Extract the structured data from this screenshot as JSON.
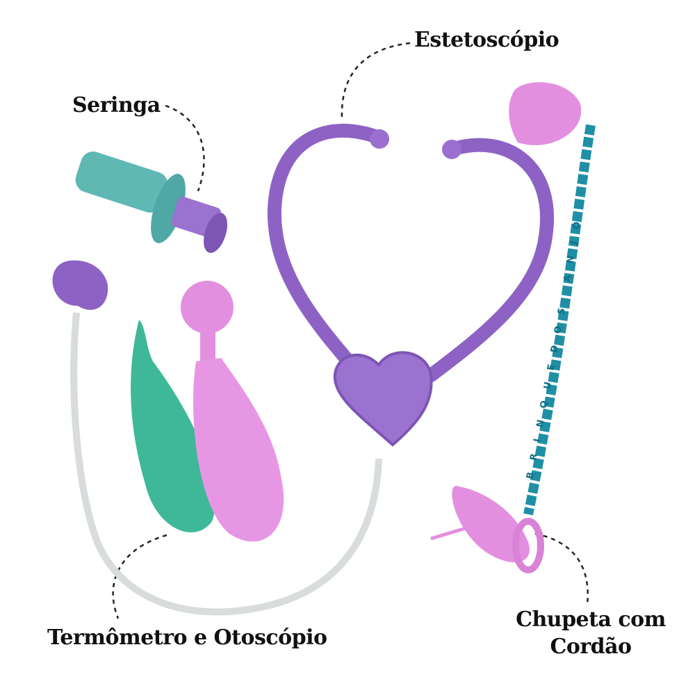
{
  "labels": {
    "stethoscope": "Estetoscópio",
    "syringe": "Seringa",
    "thermometer_otoscope": "Termômetro e Otoscópio",
    "pacifier_line1": "Chupeta com",
    "pacifier_line2": "Cordão"
  },
  "cord_lettering": "BRINQUEDOS ANJO",
  "colors": {
    "purple": "#8e62c4",
    "teal": "#5fb8b4",
    "mint": "#3fb89a",
    "pink": "#e38fe0",
    "cord": "#1f8fa6",
    "tube": "#d8dcdc"
  }
}
